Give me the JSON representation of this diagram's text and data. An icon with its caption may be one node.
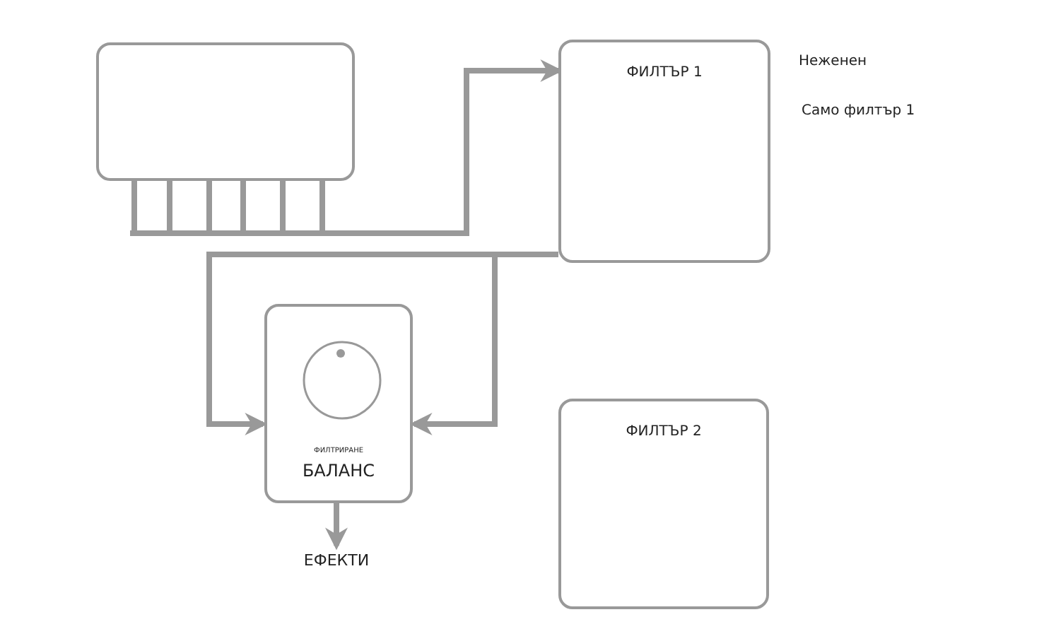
{
  "diagram": {
    "nodes": [
      {
        "text": [],
        "shape": "box"
      },
      {
        "text": [
          "ФИЛТЪР 1"
        ]
      },
      {
        "text": [
          "ФИЛТРИРАНЕ",
          "БАЛАНС"
        ]
      },
      {
        "text": [
          "ФИЛТЪР 2"
        ]
      },
      {
        "text": [
          "ЕФЕКТИ"
        ]
      }
    ],
    "edges": [
      {
        "from": 0,
        "to": 1,
        "arrow": "to"
      },
      {
        "from": 1,
        "to": 2,
        "arrow": "to"
      },
      {
        "from": 1,
        "to": 2,
        "arrow": "to"
      },
      {
        "from": 2,
        "to": 4,
        "arrow": "to"
      }
    ],
    "labels": [
      "Неженен",
      "Само филтър 1"
    ]
  }
}
